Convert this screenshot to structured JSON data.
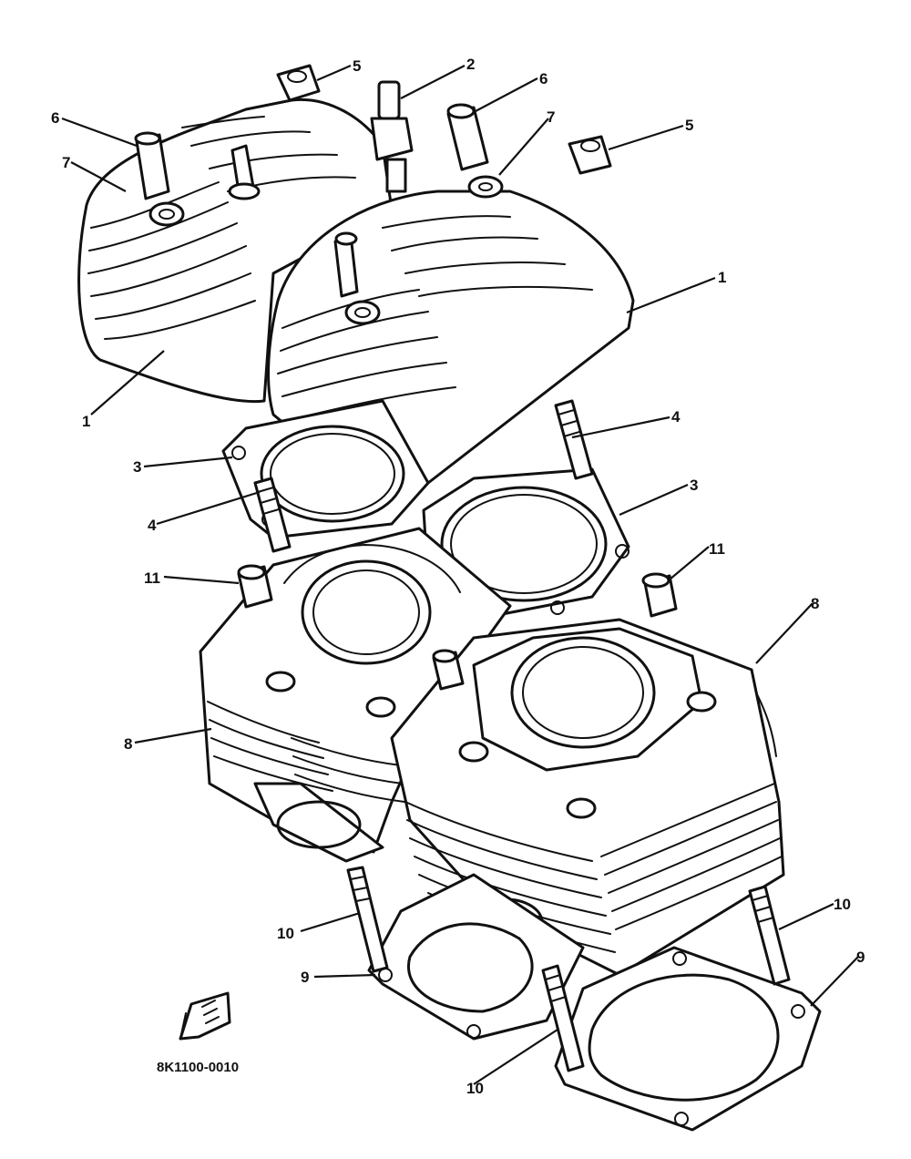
{
  "diagram": {
    "part_code": "8K1100-0010",
    "callouts": [
      {
        "key": "c1a",
        "label": "1"
      },
      {
        "key": "c1b",
        "label": "1"
      },
      {
        "key": "c2",
        "label": "2"
      },
      {
        "key": "c3a",
        "label": "3"
      },
      {
        "key": "c3b",
        "label": "3"
      },
      {
        "key": "c4a",
        "label": "4"
      },
      {
        "key": "c4b",
        "label": "4"
      },
      {
        "key": "c5a",
        "label": "5"
      },
      {
        "key": "c5b",
        "label": "5"
      },
      {
        "key": "c6a",
        "label": "6"
      },
      {
        "key": "c6b",
        "label": "6"
      },
      {
        "key": "c7a",
        "label": "7"
      },
      {
        "key": "c7b",
        "label": "7"
      },
      {
        "key": "c8a",
        "label": "8"
      },
      {
        "key": "c8b",
        "label": "8"
      },
      {
        "key": "c9a",
        "label": "9"
      },
      {
        "key": "c9b",
        "label": "9"
      },
      {
        "key": "c10a",
        "label": "10"
      },
      {
        "key": "c10b",
        "label": "10"
      },
      {
        "key": "c10c",
        "label": "10"
      },
      {
        "key": "c11a",
        "label": "11"
      },
      {
        "key": "c11b",
        "label": "11"
      }
    ],
    "front_marker_icon": "front-arrow-icon",
    "ink_color": "#111111",
    "background_color": "#ffffff"
  }
}
